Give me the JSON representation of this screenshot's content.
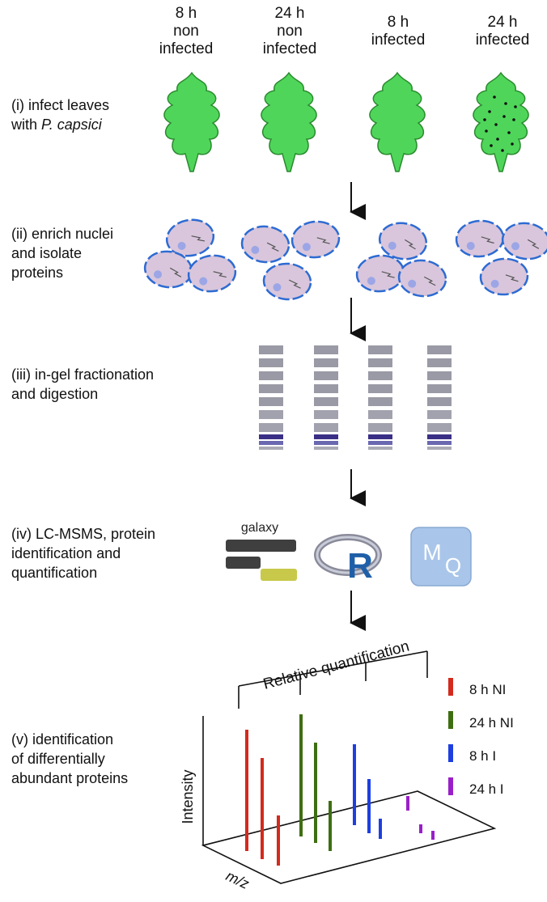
{
  "columns": [
    {
      "time": "8 h",
      "line2": "non",
      "line3": "infected"
    },
    {
      "time": "24 h",
      "line2": "non",
      "line3": "infected"
    },
    {
      "time": "8 h",
      "line2": "infected",
      "line3": ""
    },
    {
      "time": "24 h",
      "line2": "infected",
      "line3": ""
    }
  ],
  "steps": {
    "s1": {
      "line1": "(i) infect leaves",
      "line2_prefix": "with ",
      "line2_italic": "P. capsici"
    },
    "s2": {
      "line1": "(ii) enrich nuclei",
      "line2": "and isolate",
      "line3": "proteins"
    },
    "s3": {
      "line1": "(iii) in-gel fractionation",
      "line2": "and digestion"
    },
    "s4": {
      "line1": "(iv) LC-MSMS, protein",
      "line2": "identification and",
      "line3": "quantification"
    },
    "s5": {
      "line1": "(v) identification",
      "line2": "of differentially",
      "line3": "abundant proteins"
    }
  },
  "tools": {
    "galaxy": "galaxy",
    "r": "R",
    "mq_m": "M",
    "mq_q": "Q"
  },
  "plot": {
    "relative_label": "Relative quantification",
    "y_label": "Intensity",
    "x_label": "m/z",
    "legend": [
      {
        "label": "8 h NI",
        "color": "#d42a1e"
      },
      {
        "label": "24 h NI",
        "color": "#3f6e12"
      },
      {
        "label": "8 h I",
        "color": "#1d3fe0"
      },
      {
        "label": "24 h I",
        "color": "#9a1fc9"
      }
    ]
  },
  "colors": {
    "leaf": "#4fd65a",
    "leaf_stroke": "#2a8a2e",
    "nucleus_fill": "#d9c6dc",
    "nucleus_stroke": "#2d6bd2",
    "gel_band": "#9a9aa6",
    "gel_dark": "#3a2f86"
  }
}
